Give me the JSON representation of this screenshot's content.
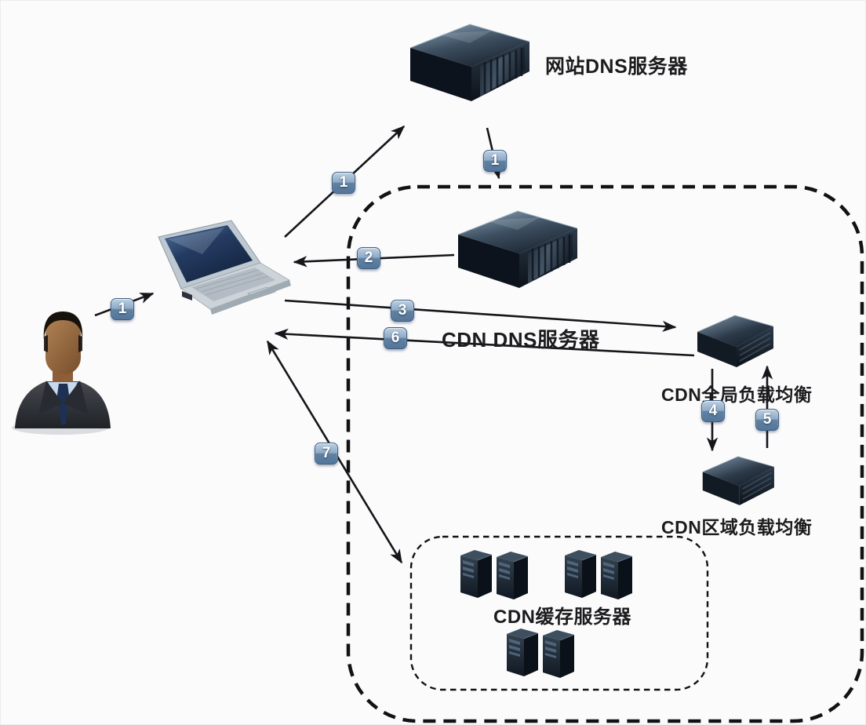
{
  "labels": {
    "website_dns": "网站DNS服务器",
    "cdn_dns": "CDN DNS服务器",
    "cdn_global_lb": "CDN全局负载均衡",
    "cdn_regional_lb": "CDN区域负载均衡",
    "cdn_cache": "CDN缓存服务器"
  },
  "badges": [
    {
      "id": "step1-user-to-laptop",
      "label": "1"
    },
    {
      "id": "step1-laptop-to-website-dns",
      "label": "1"
    },
    {
      "id": "step1-website-dns-to-cdn-dns",
      "label": "1"
    },
    {
      "id": "step2-cdn-dns-to-laptop",
      "label": "2"
    },
    {
      "id": "step3-laptop-to-global-lb",
      "label": "3"
    },
    {
      "id": "step4-global-to-regional",
      "label": "4"
    },
    {
      "id": "step5-regional-to-global",
      "label": "5"
    },
    {
      "id": "step6-global-lb-to-laptop",
      "label": "6"
    },
    {
      "id": "step7-laptop-to-cache",
      "label": "7"
    }
  ],
  "colors": {
    "background": "#fbfbfc",
    "arrow": "#15151a",
    "badge_top": "#bccedf",
    "badge_bottom": "#53769c",
    "badge_border": "#3d5f84",
    "server_dark": "#0d141d",
    "server_light": "#8299ac",
    "screen_blue": "#2a4066",
    "suit": "#2c2f35",
    "shirt": "#c5daee",
    "skin": "#9a6a3f"
  }
}
